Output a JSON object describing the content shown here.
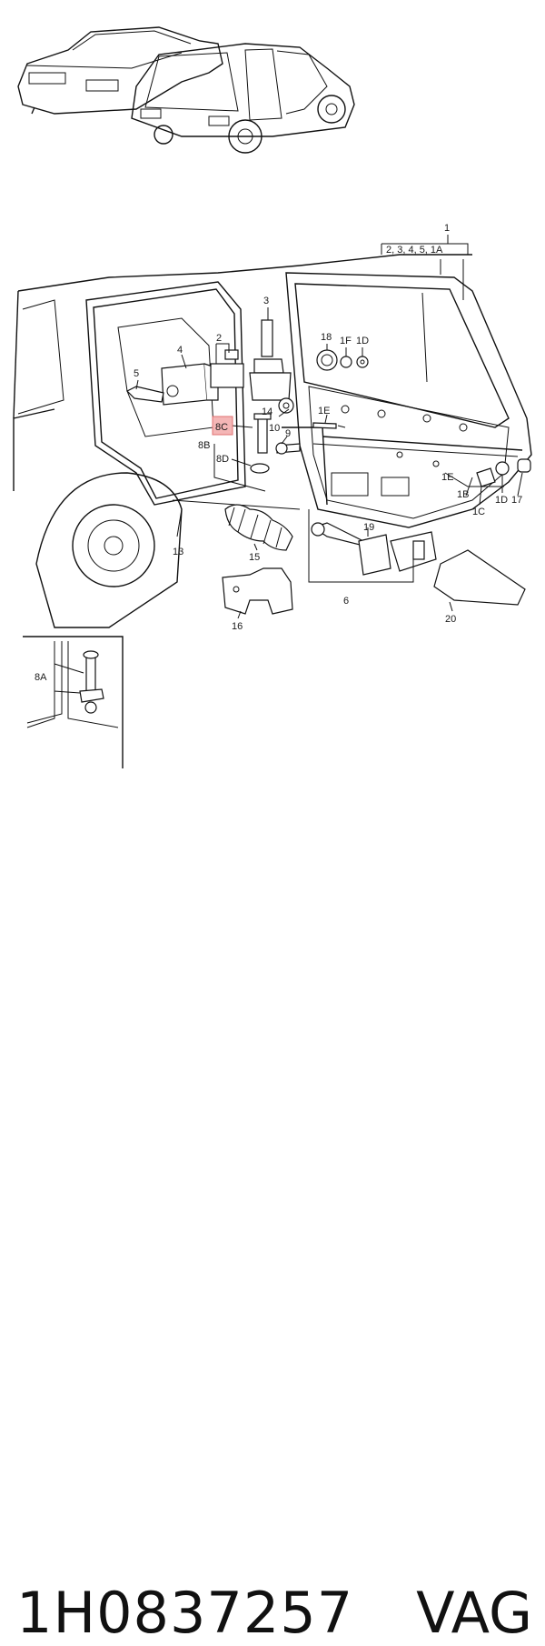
{
  "callouts": {
    "c1": "1",
    "c1_sub": "2, 3, 4, 5, 1A",
    "c2": "2",
    "c3": "3",
    "c4": "4",
    "c5": "5",
    "c6": "6",
    "c8a": "8A",
    "c8b": "8B",
    "c8c": "8C",
    "c8d": "8D",
    "c9": "9",
    "c10": "10",
    "c13": "13",
    "c14": "14",
    "c15": "15",
    "c16": "16",
    "c17": "17",
    "c18": "18",
    "c19": "19",
    "c20": "20",
    "c1b": "1B",
    "c1c": "1C",
    "c1d_top": "1D",
    "c1d_bottom": "1D",
    "c1e_top": "1E",
    "c1e_bottom": "1E",
    "c1f": "1F"
  },
  "highlight_color": "#f4b6b6",
  "footer": {
    "part_number": "1H0837257",
    "brand": "VAG"
  }
}
